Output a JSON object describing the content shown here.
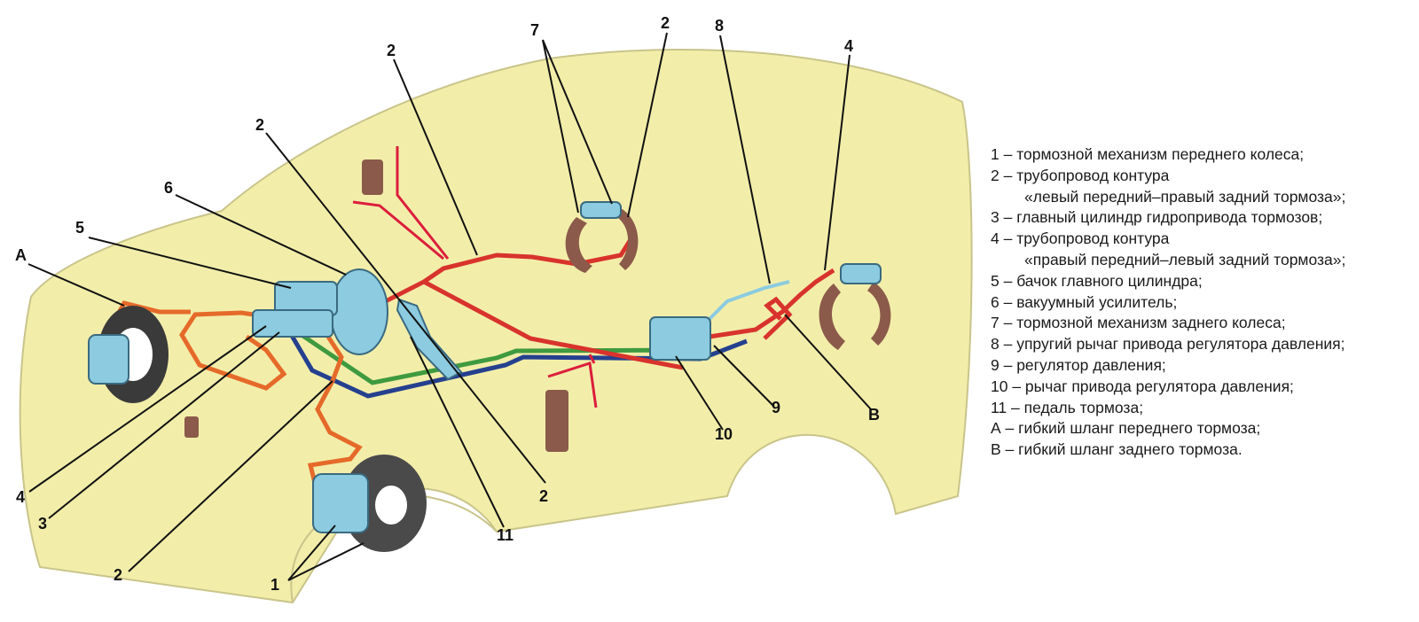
{
  "colors": {
    "body_fill": "#f2eeaa",
    "body_outline": "#c9c48a",
    "circuit_red": "#d8332c",
    "circuit_orange": "#e56a2a",
    "circuit_green": "#3f9a3f",
    "circuit_blue": "#25408e",
    "component_blue": "#8ccbe0",
    "pointer_red": "#dc1e3c",
    "disc_dark": "#3a3a3a",
    "shoe_brown": "#8b5a4a"
  },
  "callouts": {
    "c7": "7",
    "c2_top_mid": "2",
    "c8": "8",
    "c4_top": "4",
    "c2_top_left": "2",
    "c2_mid": "2",
    "c6": "6",
    "c5": "5",
    "cA": "А",
    "c4_bottom": "4",
    "c3": "3",
    "c2_bottom": "2",
    "c1": "1",
    "c11": "11",
    "c2_center": "2",
    "c10": "10",
    "c9": "9",
    "cB": "В"
  },
  "legend": {
    "items": [
      {
        "text": "1 – тормозной механизм переднего колеса;"
      },
      {
        "text": "2 – трубопровод контура"
      },
      {
        "text": "«левый передний–правый задний тормоза»;",
        "continuation": true
      },
      {
        "text": "3 – главный цилиндр гидропривода тормозов;"
      },
      {
        "text": "4 – трубопровод контура"
      },
      {
        "text": "«правый передний–левый задний тормоза»;",
        "continuation": true
      },
      {
        "text": "5 – бачок главного цилиндра;"
      },
      {
        "text": "6 – вакуумный усилитель;"
      },
      {
        "text": "7 – тормозной механизм заднего колеса;"
      },
      {
        "text": "8 – упругий рычаг привода регулятора давления;"
      },
      {
        "text": "9 – регулятор давления;"
      },
      {
        "text": "10 – рычаг привода регулятора давления;"
      },
      {
        "text": "11 – педаль тормоза;"
      },
      {
        "text": "А – гибкий шланг переднего тормоза;"
      },
      {
        "text": "В – гибкий шланг заднего тормоза."
      }
    ]
  }
}
